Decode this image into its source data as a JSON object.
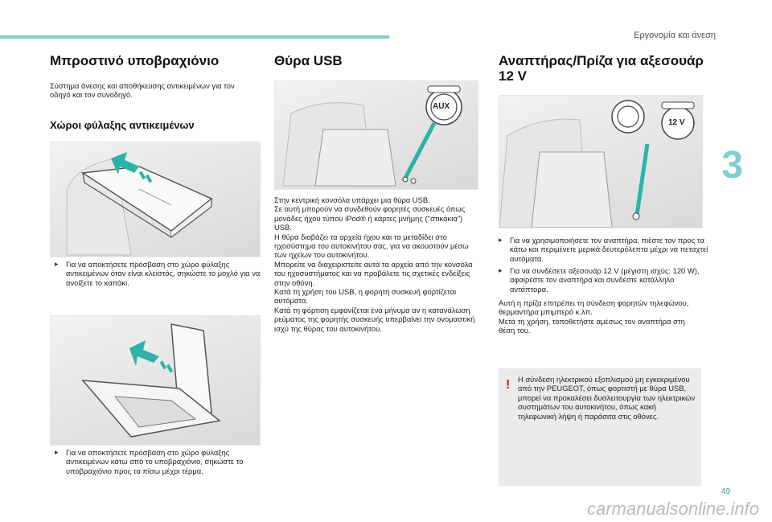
{
  "header": {
    "section_title": "Εργονομία και άνεση",
    "chapter_number": "3",
    "page_number": "49",
    "watermark": "carmanualsonline.info"
  },
  "col1": {
    "title": "Μπροστινό υποβραχιόνιο",
    "intro": "Σύστημα άνεσης και αποθήκευσης αντικειμένων για τον οδηγό και τον συνοδηγό.",
    "subtitle": "Χώροι φύλαξης αντικειμένων",
    "bullet1": "Για να αποκτήσετε πρόσβαση στο χώρο φύλαξης αντικειμένων όταν είναι κλειστός, σηκώστε το μοχλό για να ανοίξετε το καπάκι.",
    "bullet2": "Για να αποκτήσετε πρόσβαση στο χώρο φύλαξης αντικειμένων κάτω από το υποβραχιόνιο, σηκώστε το υποβραχιόνιο προς τα πίσω μέχρι τέρμα."
  },
  "col2": {
    "title": "Θύρα USB",
    "aux_label": "AUX",
    "body": "Στην κεντρική κονσόλα υπάρχει μια θύρα USB.\nΣε αυτή μπορούν να συνδεθούν φορητές συσκευές όπως μονάδες ήχου τύπου iPod® ή κάρτες μνήμης (\"στικάκια\") USB.\nΗ θύρα διαβάζει τα αρχεία ήχου και τα μεταδίδει στο ηχοσύστημα του αυτοκινήτου σας, για να ακουστούν μέσω των ηχείων του αυτοκινήτου.\nΜπορείτε να διαχειριστείτε αυτά τα αρχεία από την κονσόλα του ηχοσυστήματος και να προβάλετε τις σχετικές ενδείξεις στην οθόνη.\nΚατά τη χρήση του USB, η φορητή συσκευή φορτίζεται αυτόματα.\nΚατά τη φόρτιση εμφανίζεται ένα μήνυμα αν η κατανάλωση ρεύματος της φορητής συσκευής υπερβαίνει την ονομαστική ισχύ της θύρας του αυτοκινήτου."
  },
  "col3": {
    "title": "Αναπτήρας/Πρίζα για αξεσουάρ 12 V",
    "label_12v": "12 V",
    "bullet1": "Για να χρησιμοποιήσετε τον αναπτήρα, πιέστε τον προς τα κάτω και περιμένετε μερικά δευτερόλεπτα μέχρι να πεταχτεί αυτόματα.",
    "bullet2": "Για να συνδέσετε αξεσουάρ 12 V (μέγιστη ισχύς: 120 W), αφαιρέστε τον αναπτήρα και συνδέστε κατάλληλο αντάπτορα.",
    "body": "Αυτή η πρίζα επιτρέπει τη σύνδεση φορητών τηλεφώνου, θερμαντήρα μπιμπερό κ.λπ.\nΜετά τη χρήση, τοποθετήστε αμέσως τον αναπτήρα στη θέση του.",
    "warning": "Η σύνδεση ηλεκτρικού εξοπλισμού μη εγκεκριμένου από την PEUGEOT, όπως φορτιστή με θύρα USB, μπορεί να προκαλέσει δυσλειτουργία των ηλεκτρικών συστημάτων του αυτοκινήτου, όπως κακή τηλεφωνική λήψη ή παράσιτα στις οθόνες."
  },
  "colors": {
    "accent": "#7ecfd0",
    "arrow_green": "#2bb3a7",
    "warning": "#dd1111"
  }
}
